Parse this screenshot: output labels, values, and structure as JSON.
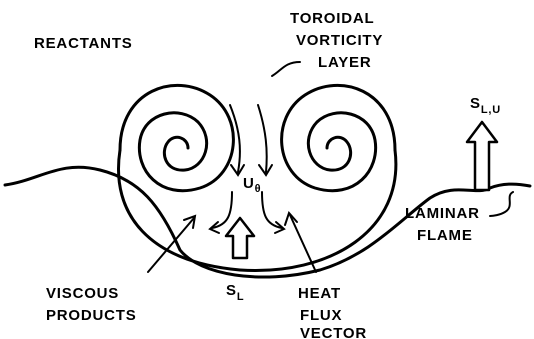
{
  "labels": {
    "reactants": "REACTANTS",
    "toroidal_line1": "TOROIDAL",
    "toroidal_line2": "VORTICITY",
    "toroidal_line3": "LAYER",
    "s_lu_main": "S",
    "s_lu_sub": "L,U",
    "u_theta_main": "U",
    "u_theta_sub": "θ",
    "laminar_line1": "LAMINAR",
    "laminar_line2": "FLAME",
    "viscous_line1": "VISCOUS",
    "viscous_line2": "PRODUCTS",
    "s_l_main": "S",
    "s_l_sub": "L",
    "heat_line1": "HEAT",
    "heat_line2": "FLUX",
    "heat_line3": "VECTOR"
  },
  "colors": {
    "ink": "#000000",
    "background": "#ffffff"
  }
}
